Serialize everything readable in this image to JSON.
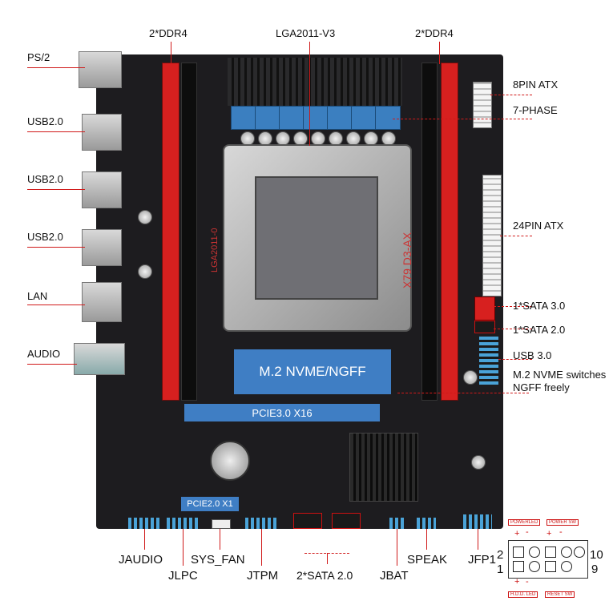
{
  "top_labels": {
    "ddr_left": "2*DDR4",
    "socket": "LGA2011-V3",
    "ddr_right": "2*DDR4"
  },
  "left_labels": {
    "ps2": "PS/2",
    "usb1": "USB2.0",
    "usb2": "USB2.0",
    "usb3": "USB2.0",
    "lan": "LAN",
    "audio": "AUDIO"
  },
  "right_labels": {
    "atx8": "8PIN ATX",
    "phase": "7-PHASE",
    "atx24": "24PIN ATX",
    "sata30": "1*SATA 3.0",
    "sata20": "1*SATA 2.0",
    "usb30": "USB 3.0",
    "m2note_line1": "M.2 NVME switches",
    "m2note_line2": "NGFF freely"
  },
  "board": {
    "m2_slot": "M.2 NVME/NGFF",
    "pcie16": "PCIE3.0 X16",
    "pcie1": "PCIE2.0 X1",
    "silk_lga": "LGA2011-0",
    "silk_model": "X79 D3-AX"
  },
  "bottom_labels": {
    "jaudio": "JAUDIO",
    "jlpc": "JLPC",
    "sys_fan": "SYS_FAN",
    "jtpm": "JTPM",
    "sata2": "2*SATA 2.0",
    "jbat": "JBAT",
    "speak": "SPEAK",
    "jfp1": "JFP1"
  },
  "front_panel": {
    "power_led": "POWERLED",
    "power_sw": "POWER SW",
    "hdd_led": "H.D.D. LED",
    "reset_sw": "RESET SW",
    "pin2": "2",
    "pin1": "1",
    "pin10": "10",
    "pin9": "9",
    "plus": "+",
    "minus": "-"
  },
  "colors": {
    "accent_red": "#d01a1a",
    "slot_blue": "#3f7ec4",
    "board": "#1d1c1f"
  }
}
